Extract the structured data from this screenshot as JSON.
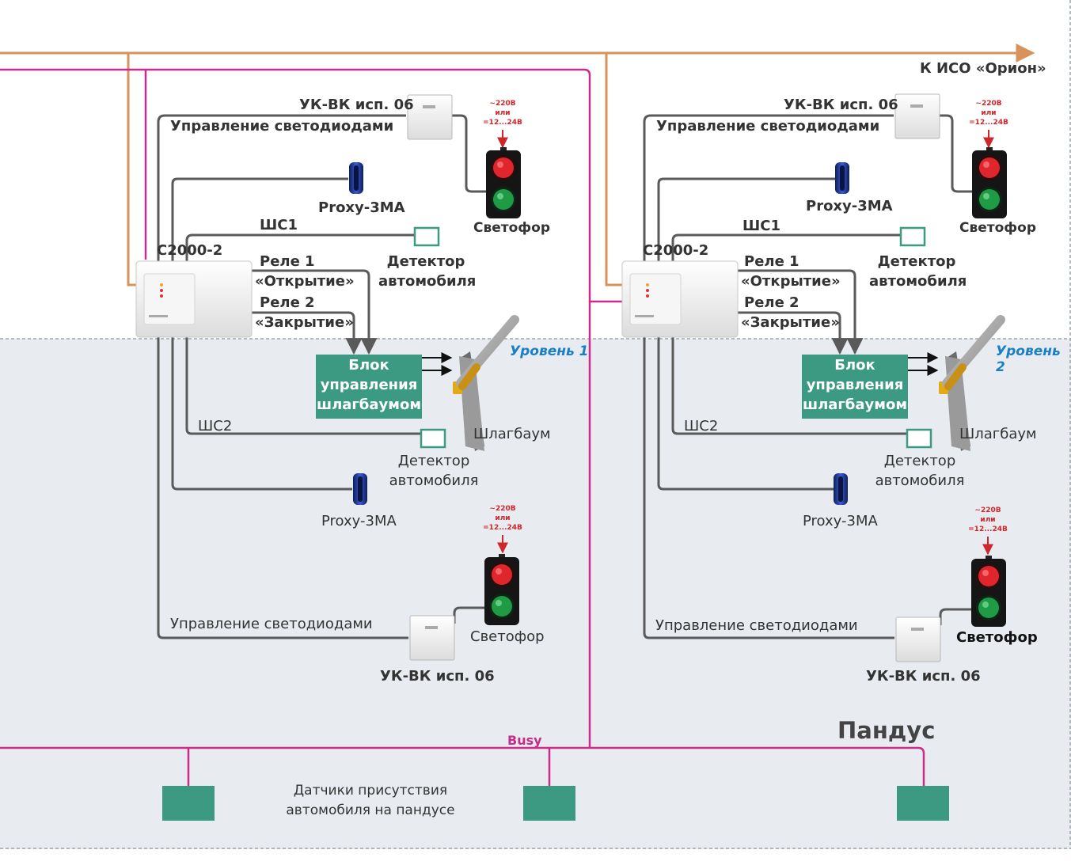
{
  "colors": {
    "orange": "#d8935a",
    "magenta": "#cc2a8c",
    "wire": "#5a5a5a",
    "green_block": "#3c9a82",
    "level_text": "#1a7fc4",
    "lower_zone": "#e8ecf0",
    "power_text": "#d0262a"
  },
  "header": {
    "orion_label": "К ИСО «Орион»"
  },
  "bus_label": "Busy",
  "ramp_label": "Пандус",
  "sensors_label": [
    "Датчики присутствия",
    "автомобиля на пандусе"
  ],
  "levels": [
    {
      "level_label": "Уровень 1",
      "controller": "С2000-2",
      "uk_top": "УК-ВК исп. 06",
      "led_top": "Управление светодиодами",
      "proxy_top": "Proxy-3MA",
      "loop1": "ШС1",
      "detector_top": [
        "Детектор",
        "автомобиля"
      ],
      "relay1": [
        "Реле 1",
        "«Открытие»"
      ],
      "relay2": [
        "Реле 2",
        "«Закрытие»"
      ],
      "barrier_block": [
        "Блок",
        "управления",
        "шлагбаумом"
      ],
      "barrier": "Шлагбаум",
      "loop2": "ШС2",
      "detector_bottom": [
        "Детектор",
        "автомобиля"
      ],
      "proxy_bottom": "Proxy-3MA",
      "led_bottom": "Управление светодиодами",
      "uk_bottom": "УК-ВК исп. 06",
      "traffic_light_top": "Светофор",
      "traffic_light_bottom": "Светофор",
      "power_top": [
        "~220В",
        "или",
        "=12...24В"
      ],
      "power_bottom": [
        "~220В",
        "или",
        "=12...24В"
      ]
    },
    {
      "level_label": "Уровень 2",
      "controller": "С2000-2",
      "uk_top": "УК-ВК исп. 06",
      "led_top": "Управление светодиодами",
      "proxy_top": "Proxy-3MA",
      "loop1": "ШС1",
      "detector_top": [
        "Детектор",
        "автомобиля"
      ],
      "relay1": [
        "Реле 1",
        "«Открытие»"
      ],
      "relay2": [
        "Реле 2",
        "«Закрытие»"
      ],
      "barrier_block": [
        "Блок",
        "управления",
        "шлагбаумом"
      ],
      "barrier": "Шлагбаум",
      "loop2": "ШС2",
      "detector_bottom": [
        "Детектор",
        "автомобиля"
      ],
      "proxy_bottom": "Proxy-3MA",
      "led_bottom": "Управление светодиодами",
      "uk_bottom": "УК-ВК исп. 06",
      "traffic_light_top": "Светофор",
      "traffic_light_bottom": "Светофор",
      "power_top": [
        "~220В",
        "или",
        "=12...24В"
      ],
      "power_bottom": [
        "~220В",
        "или",
        "=12...24В"
      ]
    }
  ]
}
